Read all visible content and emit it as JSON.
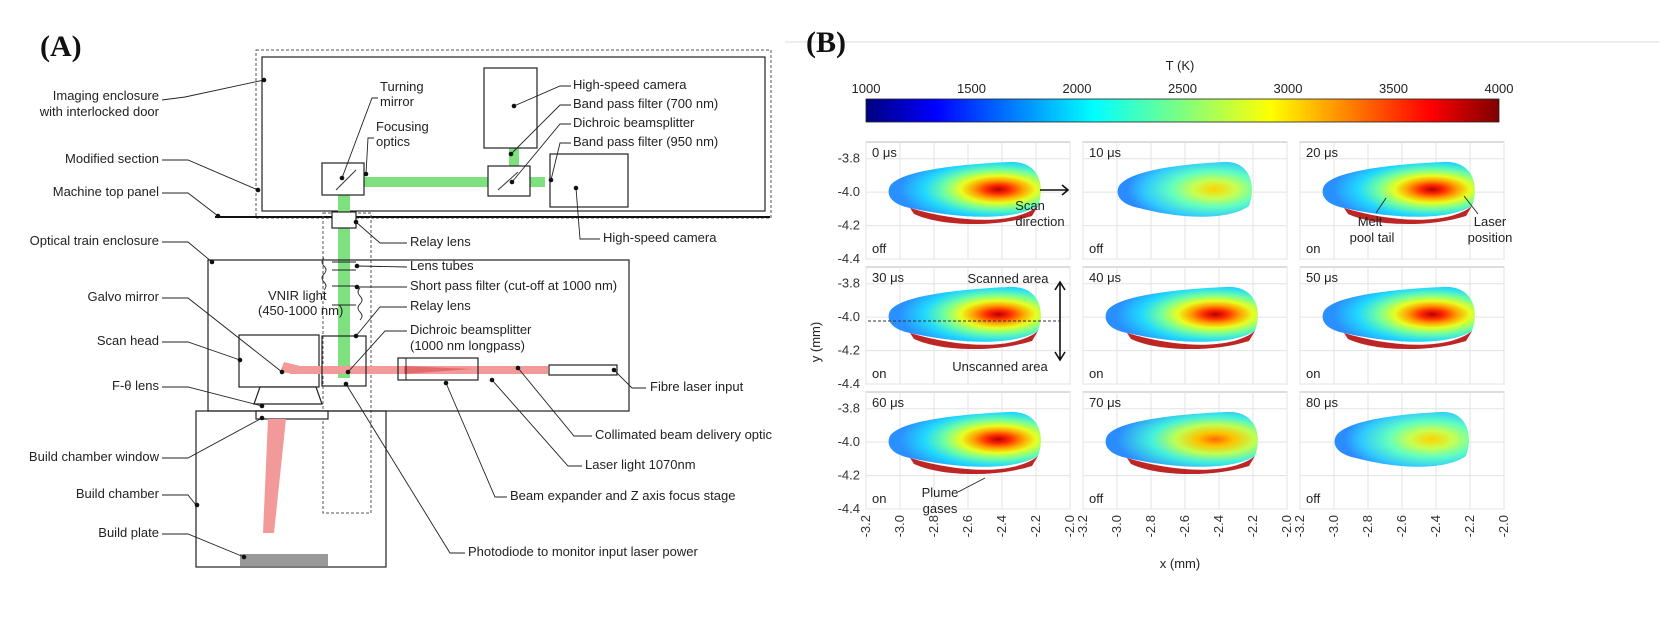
{
  "panel_a": {
    "label": "(A)",
    "callouts_left": [
      "Imaging enclosure",
      "with interlocked door",
      "Modified section",
      "Machine top panel",
      "Optical train enclosure",
      "Galvo mirror",
      "Scan head",
      "F-θ lens",
      "Build chamber window",
      "Build chamber",
      "Build plate"
    ],
    "callouts_inner": [
      "Turning",
      "mirror",
      "Focusing",
      "optics",
      "VNIR light",
      "(450-1000 nm)"
    ],
    "callouts_right": [
      "High-speed camera",
      "Band pass filter (700 nm)",
      "Dichroic beamsplitter",
      "Band pass filter (950 nm)",
      "High-speed camera",
      "Relay lens",
      "Lens tubes",
      "Short pass filter (cut-off at 1000 nm)",
      "Relay lens",
      "Dichroic beamsplitter",
      "(1000 nm longpass)",
      "Fibre laser input",
      "Collimated beam delivery optic",
      "Laser light 1070nm",
      "Beam expander and Z axis focus stage",
      "Photodiode to monitor input laser power"
    ],
    "colors": {
      "green_beam": "#7fe07f",
      "red_beam": "#f29a9a",
      "build_plate": "#999999"
    }
  },
  "panel_b": {
    "label": "(B)",
    "colorbar": {
      "title": "T (K)",
      "ticks": [
        "1000",
        "1500",
        "2000",
        "2500",
        "3000",
        "3500",
        "4000"
      ],
      "colormap": "jet",
      "range": [
        1000,
        4000
      ]
    },
    "axes": {
      "ylabel": "y (mm)",
      "xlabel": "x (mm)",
      "yticks": [
        "-3.8",
        "-4.0",
        "-4.2",
        "-4.4"
      ],
      "xticks": [
        "-3.2",
        "-3.0",
        "-2.8",
        "-2.6",
        "-2.4",
        "-2.2",
        "-2.0"
      ],
      "xlim": [
        -3.2,
        -2.0
      ],
      "ylim": [
        -4.4,
        -3.7
      ]
    },
    "frames": [
      {
        "time": "0 μs",
        "state": "off"
      },
      {
        "time": "10 μs",
        "state": "off"
      },
      {
        "time": "20 μs",
        "state": "on"
      },
      {
        "time": "30 μs",
        "state": "on"
      },
      {
        "time": "40 μs",
        "state": "on"
      },
      {
        "time": "50 μs",
        "state": "on"
      },
      {
        "time": "60 μs",
        "state": "on"
      },
      {
        "time": "70 μs",
        "state": "off"
      },
      {
        "time": "80 μs",
        "state": "off"
      }
    ],
    "annotations": {
      "scan_direction": [
        "Scan",
        "direction"
      ],
      "melt_pool_tail": [
        "Melt",
        "pool tail"
      ],
      "laser_position": [
        "Laser",
        "position"
      ],
      "scanned_area": "Scanned area",
      "unscanned_area": "Unscanned area",
      "plume_gases": [
        "Plume",
        "gases"
      ]
    }
  }
}
